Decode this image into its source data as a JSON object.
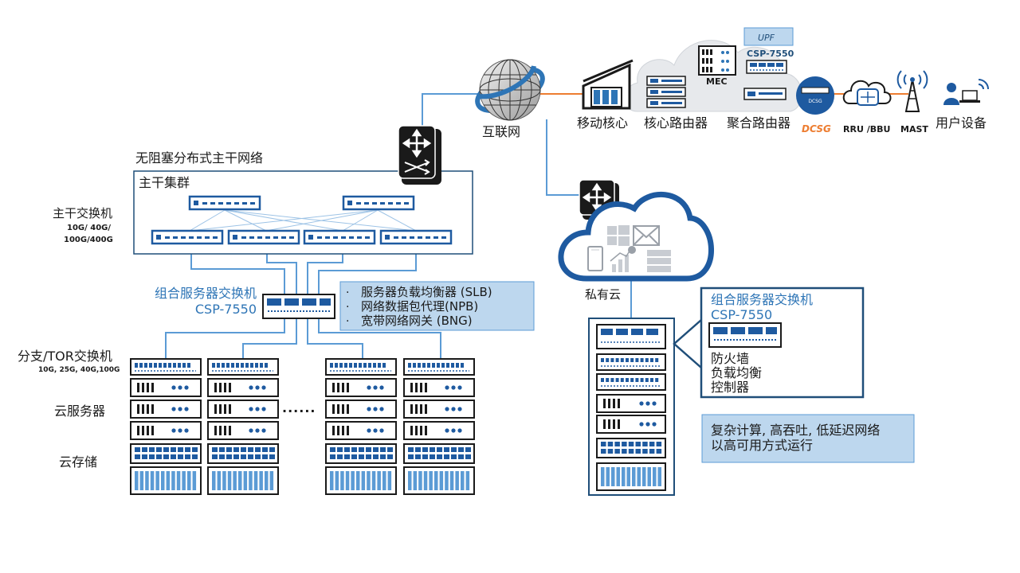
{
  "colors": {
    "navy": "#1f4e79",
    "blue": "#2e75b6",
    "mid_blue": "#1e5aa0",
    "light_blue": "#5b9bd5",
    "orange": "#ed7d31",
    "callout_bg": "#bdd7ee",
    "cloud_grey": "#e7e9ec",
    "text_blue": "#2e75b6",
    "dark": "#1a1a1a"
  },
  "backbone": {
    "title": "无阻塞分布式主干网络",
    "cluster_label": "主干集群",
    "switch_label": "主干交换机",
    "switch_speeds": [
      "10G/ 40G/",
      "100G/400G"
    ]
  },
  "combo_left": {
    "label": "组合服务器交换机",
    "model": "CSP-7550",
    "functions": [
      "服务器负载均衡器 (SLB)",
      "网络数据包代理(NPB)",
      "宽带网络网关 (BNG)"
    ]
  },
  "branch": {
    "label": "分支/TOR交换机",
    "speeds": "10G, 25G, 40G,100G",
    "servers_label": "云服务器",
    "storage_label": "云存储",
    "dots": "......"
  },
  "internet": {
    "label": "互联网"
  },
  "mobile_chain": {
    "items": [
      {
        "label": "移动核心",
        "icon": "mobile-core-building-icon"
      },
      {
        "label": "核心路由器",
        "icon": "core-router-icon"
      },
      {
        "label": "聚合路由器",
        "icon": "aggregation-router-icon"
      },
      {
        "label": "DCSG",
        "icon": "dcsg-device-icon"
      },
      {
        "label": "RRU /BBU",
        "icon": "rru-bbu-cloud-icon"
      },
      {
        "label": "MAST",
        "icon": "radio-mast-icon"
      },
      {
        "label": "用户设备",
        "icon": "user-devices-icon"
      }
    ],
    "mec_label": "MEC",
    "upf_label": "UPF",
    "upf_model": "CSP-7550",
    "dcsg_chip": "DCSG"
  },
  "private_cloud": {
    "label": "私有云",
    "combo_label": "组合服务器交换机",
    "combo_model": "CSP-7550",
    "functions": [
      "防火墙",
      "负载均衡",
      "控制器"
    ],
    "note_lines": [
      "复杂计算, 高吞吐, 低延迟网络",
      "以高可用方式运行"
    ]
  }
}
